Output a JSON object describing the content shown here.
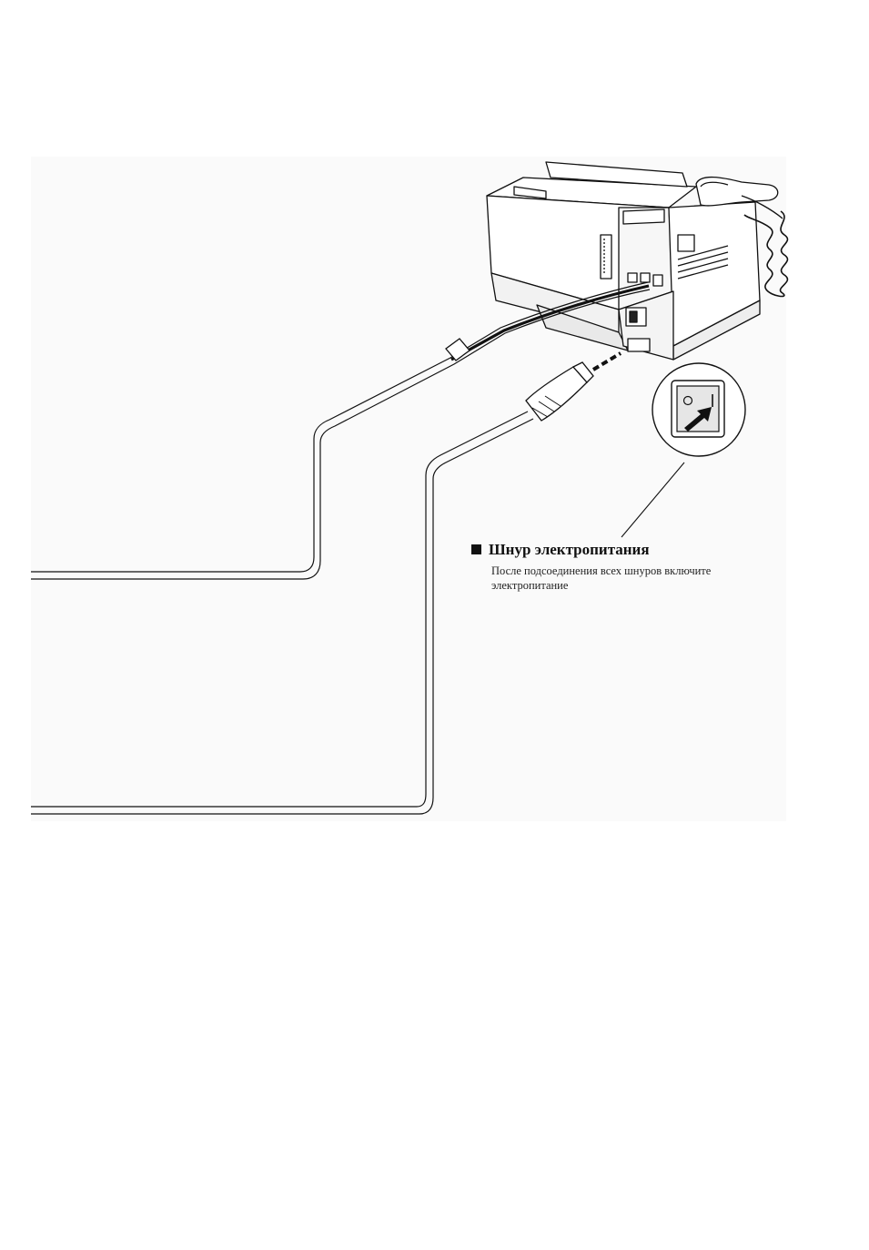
{
  "caption": {
    "title": "Шнур электропитания",
    "body": "После подсоединения всех шнуров включите электропитание"
  },
  "switch": {
    "off_symbol": "O",
    "on_symbol": "1"
  },
  "icons": {
    "bullet": "black-square-icon",
    "arrow": "push-arrow-icon"
  },
  "colors": {
    "ink": "#111111",
    "panel": "#fafafa"
  }
}
